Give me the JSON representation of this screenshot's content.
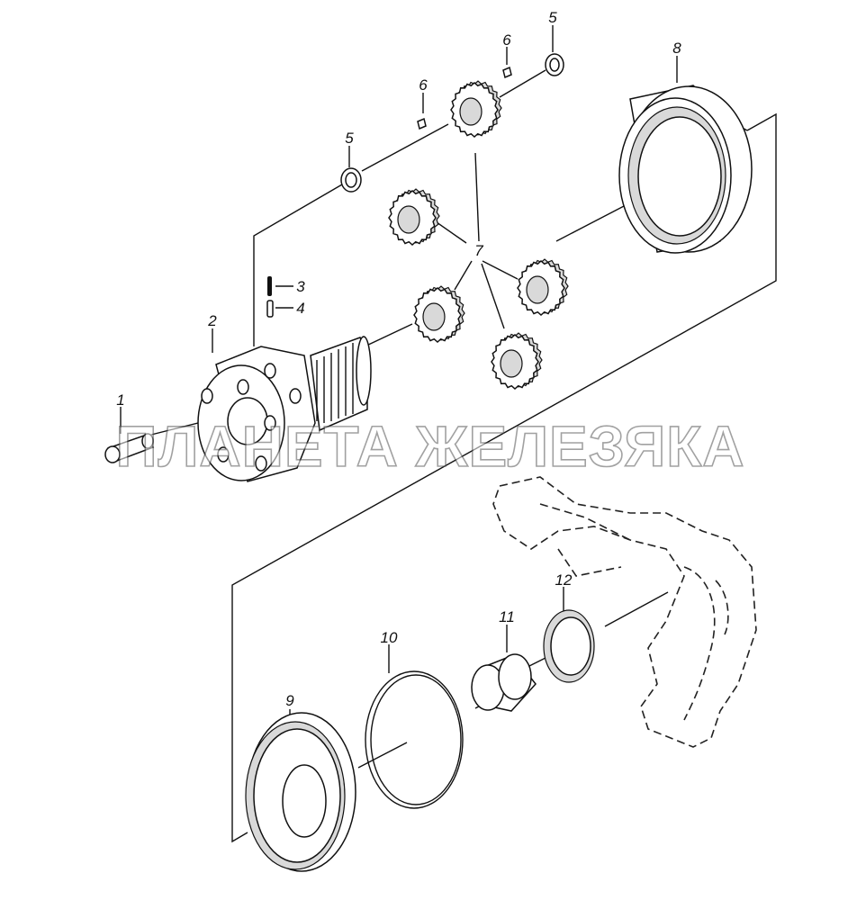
{
  "diagram": {
    "watermark": "ПЛАНЕТА ЖЕЛЕЗЯКА",
    "callouts": [
      {
        "id": "c1",
        "label": "1"
      },
      {
        "id": "c2",
        "label": "2"
      },
      {
        "id": "c3",
        "label": "3"
      },
      {
        "id": "c4",
        "label": "4"
      },
      {
        "id": "c5a",
        "label": "5"
      },
      {
        "id": "c5b",
        "label": "5"
      },
      {
        "id": "c6a",
        "label": "6"
      },
      {
        "id": "c6b",
        "label": "6"
      },
      {
        "id": "c7",
        "label": "7"
      },
      {
        "id": "c8",
        "label": "8"
      },
      {
        "id": "c9",
        "label": "9"
      },
      {
        "id": "c10",
        "label": "10"
      },
      {
        "id": "c11",
        "label": "11"
      },
      {
        "id": "c12",
        "label": "12"
      }
    ]
  }
}
